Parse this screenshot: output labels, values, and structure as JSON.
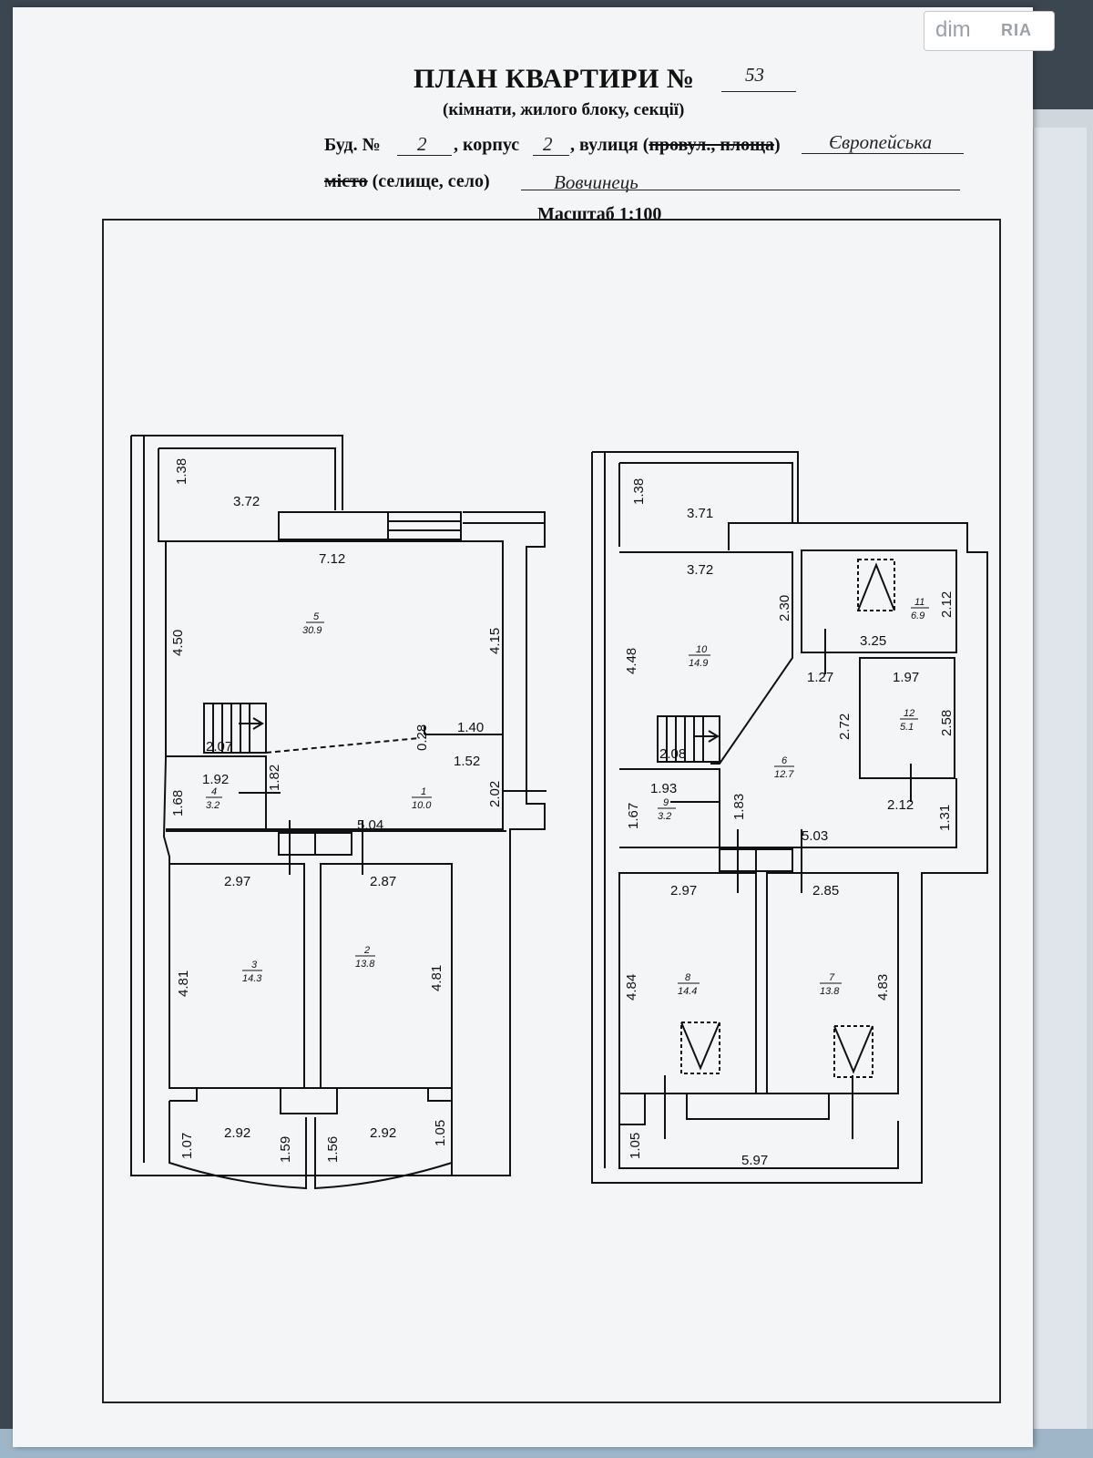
{
  "header": {
    "title": "ПЛАН КВАРТИРИ №",
    "apt_number": "53",
    "subtitle": "(кімнати, жилого блоку, секції)",
    "bud_label": "Буд. №",
    "bud_value": "2",
    "korpus_label": ", корпус",
    "korpus_value": "2",
    "vulytsia_label": ", вулиця (",
    "provul_label": "провул., площа",
    "close_paren": ")",
    "street_value": "Європейська",
    "misto_label": "місто",
    "selo_label": " (селище, село)",
    "city_value": "Вовчинець",
    "scale": "Масштаб 1:100"
  },
  "logo": {
    "text": "dim",
    "badge": "RIA"
  },
  "plan": {
    "left": {
      "dims": [
        "1.38",
        "3.72",
        "7.12",
        "4.50",
        "4.15",
        "2.07",
        "0.28",
        "1.40",
        "1.92",
        "1.82",
        "1.52",
        "2.02",
        "1.68",
        "5.04",
        "2.97",
        "2.87",
        "4.81",
        "4.81",
        "2.92",
        "2.92",
        "1.07",
        "1.59",
        "1.56",
        "1.05"
      ],
      "rooms": [
        {
          "num": "5",
          "area": "30.9"
        },
        {
          "num": "4",
          "area": "3.2"
        },
        {
          "num": "1",
          "area": "10.0"
        },
        {
          "num": "3",
          "area": "14.3"
        },
        {
          "num": "2",
          "area": "13.8"
        }
      ]
    },
    "right": {
      "dims": [
        "1.38",
        "3.71",
        "3.72",
        "2.30",
        "2.12",
        "3.25",
        "4.48",
        "1.27",
        "1.97",
        "2.72",
        "2.58",
        "2.08",
        "1.93",
        "1.83",
        "2.12",
        "1.31",
        "1.67",
        "5.03",
        "2.97",
        "2.85",
        "4.84",
        "4.83",
        "1.05",
        "5.97"
      ],
      "rooms": [
        {
          "num": "10",
          "area": "14.9"
        },
        {
          "num": "11",
          "area": "6.9"
        },
        {
          "num": "12",
          "area": "5.1"
        },
        {
          "num": "6",
          "area": "12.7"
        },
        {
          "num": "9",
          "area": "3.2"
        },
        {
          "num": "8",
          "area": "14.4"
        },
        {
          "num": "7",
          "area": "13.8"
        }
      ]
    }
  }
}
